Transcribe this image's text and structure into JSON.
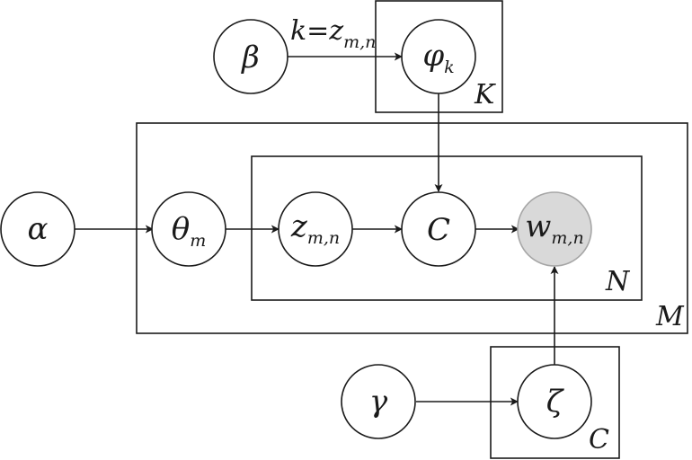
{
  "nodes": {
    "beta": {
      "symbol": "β"
    },
    "phi": {
      "symbol": "φ",
      "sub": "k"
    },
    "alpha": {
      "symbol": "α"
    },
    "theta": {
      "symbol": "θ",
      "sub": "m"
    },
    "z": {
      "symbol": "z",
      "sub": "m,n"
    },
    "c": {
      "symbol": "C"
    },
    "w": {
      "symbol": "w",
      "sub": "m,n",
      "observed": true
    },
    "gamma": {
      "symbol": "γ"
    },
    "zeta": {
      "symbol": "ζ"
    }
  },
  "plates": {
    "k": {
      "label": "K"
    },
    "m": {
      "label": "M"
    },
    "n": {
      "label": "N"
    },
    "c": {
      "label": "C"
    }
  },
  "edges": {
    "beta_phi": {
      "label_main": "k=z",
      "label_sub": "m,n"
    }
  },
  "colors": {
    "stroke": "#1a1a1a",
    "observed_fill": "#d9d9d9",
    "observed_stroke": "#a6a6a6"
  }
}
